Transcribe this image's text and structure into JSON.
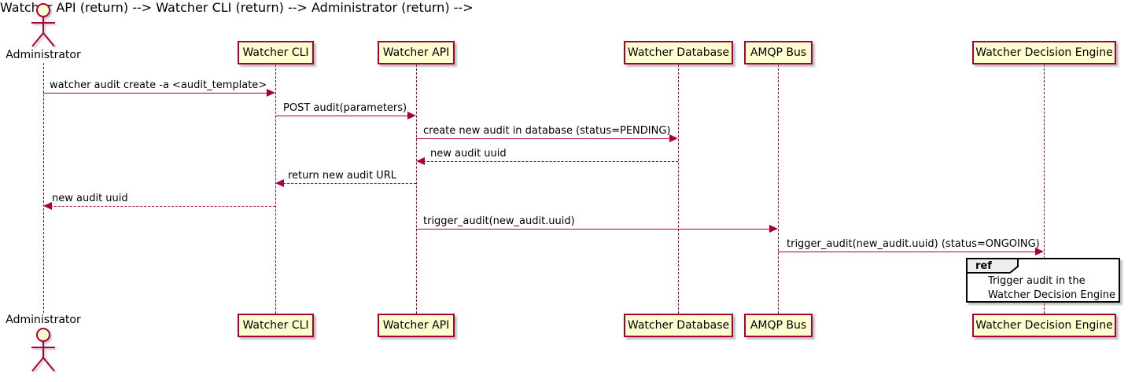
{
  "diagram": {
    "type": "sequence",
    "colors": {
      "background": "#FFFFFF",
      "participant_fill": "#FEFECE",
      "participant_border": "#A80036",
      "line": "#A80036",
      "text": "#000000",
      "ref_border": "#000000",
      "ref_label_fill": "#EEEEEE"
    },
    "actor": {
      "name": "Administrator"
    },
    "participants": [
      {
        "label": "Watcher CLI"
      },
      {
        "label": "Watcher API"
      },
      {
        "label": "Watcher Database"
      },
      {
        "label": "AMQP Bus"
      },
      {
        "label": "Watcher Decision Engine"
      }
    ],
    "messages": [
      {
        "from": "Administrator",
        "to": "Watcher CLI",
        "text": "watcher audit create -a <audit_template>",
        "line": "solid"
      },
      {
        "from": "Watcher CLI",
        "to": "Watcher API",
        "text": "POST audit(parameters)",
        "line": "solid"
      },
      {
        "from": "Watcher API",
        "to": "Watcher Database",
        "text": "create new audit in database (status=PENDING)",
        "line": "solid"
      },
      {
        "from": "Watcher Database",
        "to": "Watcher API",
        "text": "new audit uuid",
        "line": "dashed"
      },
      {
        "from": "Watcher API",
        "to": "Watcher CLI",
        "text": "return new audit URL",
        "line": "dashed"
      },
      {
        "from": "Watcher CLI",
        "to": "Administrator",
        "text": "new audit uuid",
        "line": "dashed"
      },
      {
        "from": "Watcher API",
        "to": "AMQP Bus",
        "text": "trigger_audit(new_audit.uuid)",
        "line": "solid"
      },
      {
        "from": "AMQP Bus",
        "to": "Watcher Decision Engine",
        "text": "trigger_audit(new_audit.uuid) (status=ONGOING)",
        "line": "solid"
      }
    ],
    "ref": {
      "keyword": "ref",
      "lines": [
        "Trigger audit in the",
        "Watcher Decision Engine"
      ]
    }
  }
}
